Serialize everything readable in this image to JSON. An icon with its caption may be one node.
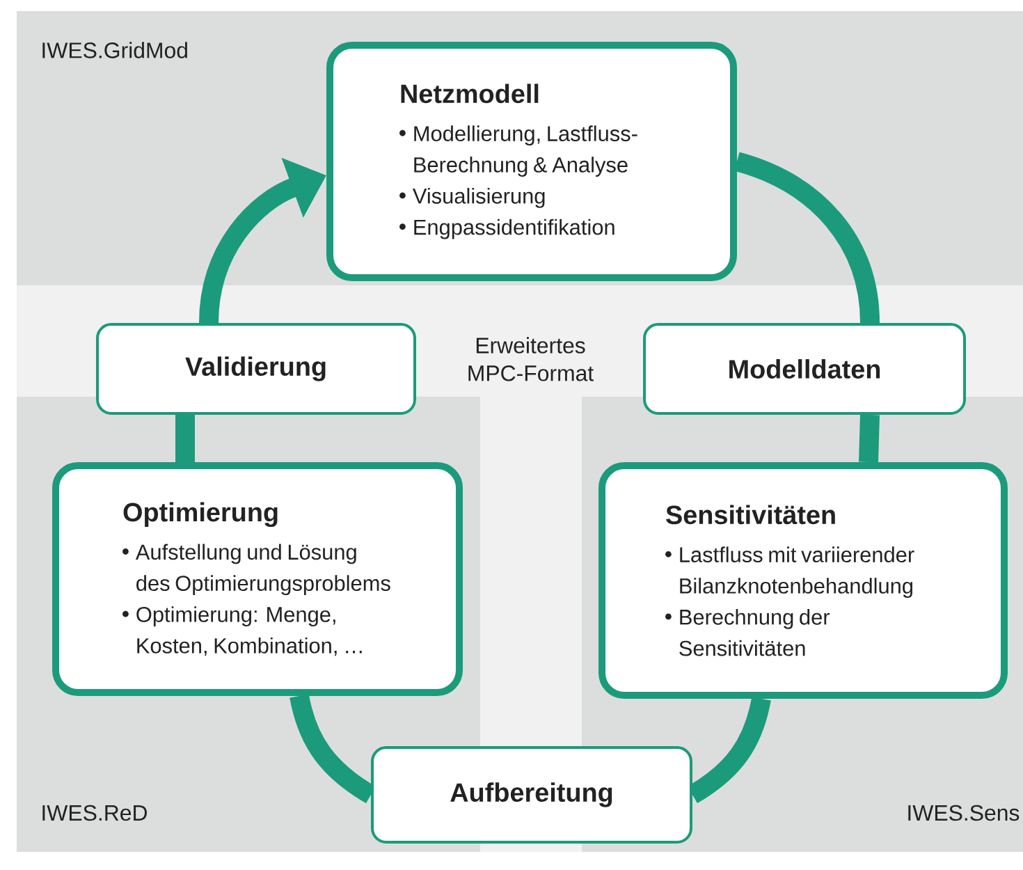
{
  "diagram": {
    "nodes": [
      {
        "text": [
          "Netzmodell",
          "Modellierung, Lastfluss-Berechnung & Analyse",
          "Visualisierung",
          "Engpassidentifikation"
        ]
      },
      {
        "text": [
          "Validierung"
        ]
      },
      {
        "text": [
          "Modelldaten"
        ]
      },
      {
        "text": [
          "Optimierung",
          "Aufstellung und Lösung des Optimierungsproblems",
          "Optimierung: Menge, Kosten, Kombination, …"
        ]
      },
      {
        "text": [
          "Sensitivitäten",
          "Lastfluss mit variierender Bilanzknotenbehandlung",
          "Berechnung der Sensitivitäten"
        ]
      },
      {
        "text": [
          "Aufbereitung"
        ]
      }
    ],
    "edges": [
      {
        "from": 0,
        "to": 2,
        "arrow": "none"
      },
      {
        "from": 2,
        "to": 4,
        "arrow": "none"
      },
      {
        "from": 4,
        "to": 5,
        "arrow": "none"
      },
      {
        "from": 5,
        "to": 3,
        "arrow": "none"
      },
      {
        "from": 3,
        "to": 1,
        "arrow": "none"
      },
      {
        "from": 1,
        "to": 0,
        "arrow": "to"
      }
    ],
    "labels": [
      "IWES.GridMod",
      "Erweitertes MPC-Format",
      "IWES.ReD",
      "IWES.Sens"
    ]
  }
}
